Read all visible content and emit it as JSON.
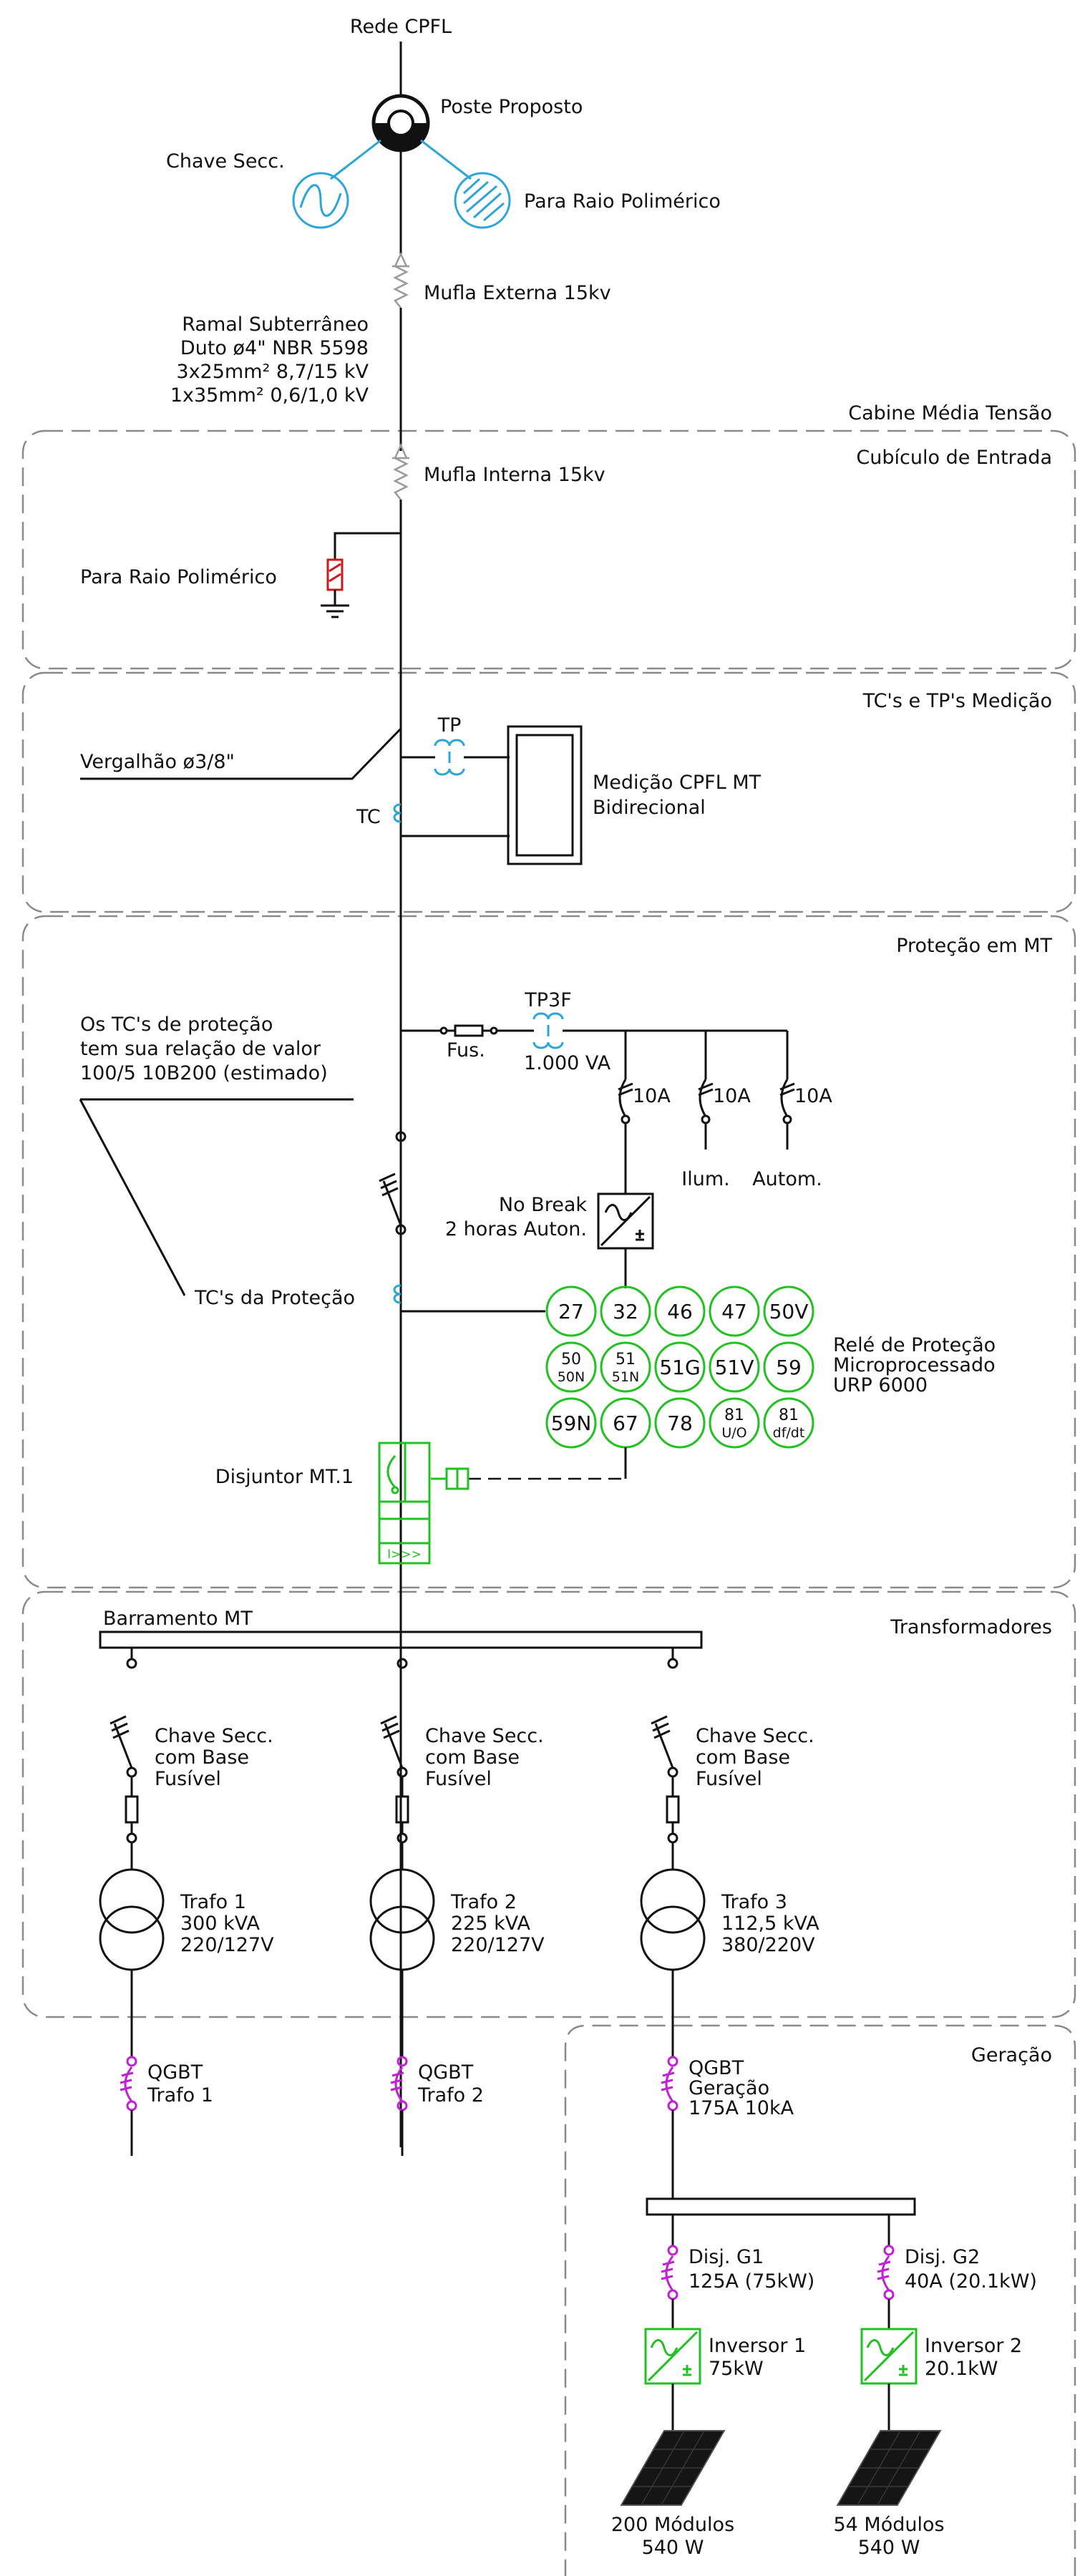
{
  "colors": {
    "line": "#111111",
    "frame": "#8a8a8a",
    "surge_arrester": "#29a6dc",
    "relay": "#1fc21f",
    "breaker_qgbt": "#c21fd6",
    "resistor": "#d01818"
  },
  "top": {
    "grid": "Rede CPFL",
    "pole": "Poste Proposto",
    "switch": "Chave Secc.",
    "arrester": "Para Raio Polimérico",
    "ext_termination": "Mufla Externa 15kv",
    "feeder": [
      "Ramal Subterrâneo",
      "Duto ø4\" NBR 5598",
      "3x25mm² 8,7/15 kV",
      "1x35mm² 0,6/1,0 kV"
    ]
  },
  "cabin": {
    "title": "Cabine Média Tensão"
  },
  "sections": {
    "entrada": "Cubículo de Entrada",
    "medicao": "TC's e TP's Medição",
    "protecao": "Proteção em MT",
    "transformadores": "Transformadores",
    "geracao": "Geração"
  },
  "entrada": {
    "int_termination": "Mufla Interna 15kv",
    "arrester": "Para Raio Polimérico"
  },
  "medicao": {
    "rod": "Vergalhão ø3/8\"",
    "tp": "TP",
    "tc": "TC",
    "meter": [
      "Medição CPFL MT",
      "Bidirecional"
    ]
  },
  "protecao": {
    "note": [
      "Os TC's de proteção",
      "tem sua relação de valor",
      "100/5 10B200 (estimado)"
    ],
    "fuse": "Fus.",
    "tp3f": "TP3F",
    "tp3f_power": "1.000 VA",
    "breakers": [
      "10A",
      "10A",
      "10A"
    ],
    "ilum": "Ilum.",
    "autom": "Autom.",
    "nobreak": [
      "No Break",
      "2 horas Auton."
    ],
    "tc_protecao": "TC's da Proteção",
    "relay": [
      "Relé de Proteção",
      "Microprocessado",
      "URP 6000"
    ],
    "relay_functions": [
      [
        "27"
      ],
      [
        "32"
      ],
      [
        "46"
      ],
      [
        "47"
      ],
      [
        "50V"
      ],
      [
        "50",
        "50N"
      ],
      [
        "51",
        "51N"
      ],
      [
        "51G"
      ],
      [
        "51V"
      ],
      [
        "59"
      ],
      [
        "59N"
      ],
      [
        "67"
      ],
      [
        "78"
      ],
      [
        "81",
        "U/O"
      ],
      [
        "81",
        "df/dt"
      ]
    ],
    "breaker": "Disjuntor MT.1",
    "breaker_trip": "I>>>"
  },
  "transformadores": {
    "busbar": "Barramento MT",
    "switch": [
      "Chave Secc.",
      "com Base",
      "Fusível"
    ],
    "trafos": [
      {
        "name": "Trafo 1",
        "power": "300 kVA",
        "voltage": "220/127V"
      },
      {
        "name": "Trafo 2",
        "power": "225 kVA",
        "voltage": "220/127V"
      },
      {
        "name": "Trafo 3",
        "power": "112,5 kVA",
        "voltage": "380/220V"
      }
    ]
  },
  "qgbt": {
    "t1": [
      "QGBT",
      "Trafo 1"
    ],
    "t2": [
      "QGBT",
      "Trafo 2"
    ],
    "t3": [
      "QGBT",
      "Geração",
      "175A 10kA"
    ]
  },
  "geracao": {
    "disj_g1": [
      "Disj. G1",
      "125A (75kW)"
    ],
    "disj_g2": [
      "Disj. G2",
      "40A (20.1kW)"
    ],
    "inv1": [
      "Inversor 1",
      "75kW"
    ],
    "inv2": [
      "Inversor 2",
      "20.1kW"
    ],
    "mod1": [
      "200 Módulos",
      "540 W"
    ],
    "mod2": [
      "54 Módulos",
      "540 W"
    ]
  }
}
